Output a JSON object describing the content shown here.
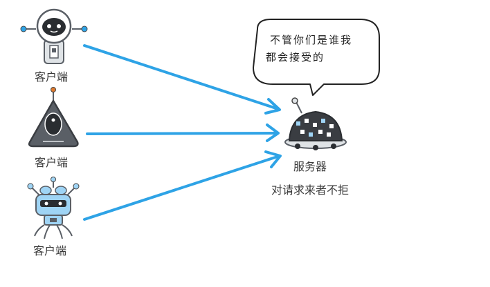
{
  "clients": [
    {
      "label": "客户端",
      "robot": "round-robot-icon"
    },
    {
      "label": "客户端",
      "robot": "triangle-robot-icon"
    },
    {
      "label": "客户端",
      "robot": "antenna-robot-icon"
    }
  ],
  "server": {
    "label": "服务器",
    "caption": "对请求来者不拒",
    "robot": "dome-robot-icon"
  },
  "speech_bubble": {
    "lines": [
      "不管你们是谁我",
      "都会接受的"
    ]
  },
  "colors": {
    "arrow": "#2ea3e6",
    "robot_body": "#5a5f66",
    "robot_light": "#dfe3e6",
    "robot_blue": "#9fd4f5"
  }
}
